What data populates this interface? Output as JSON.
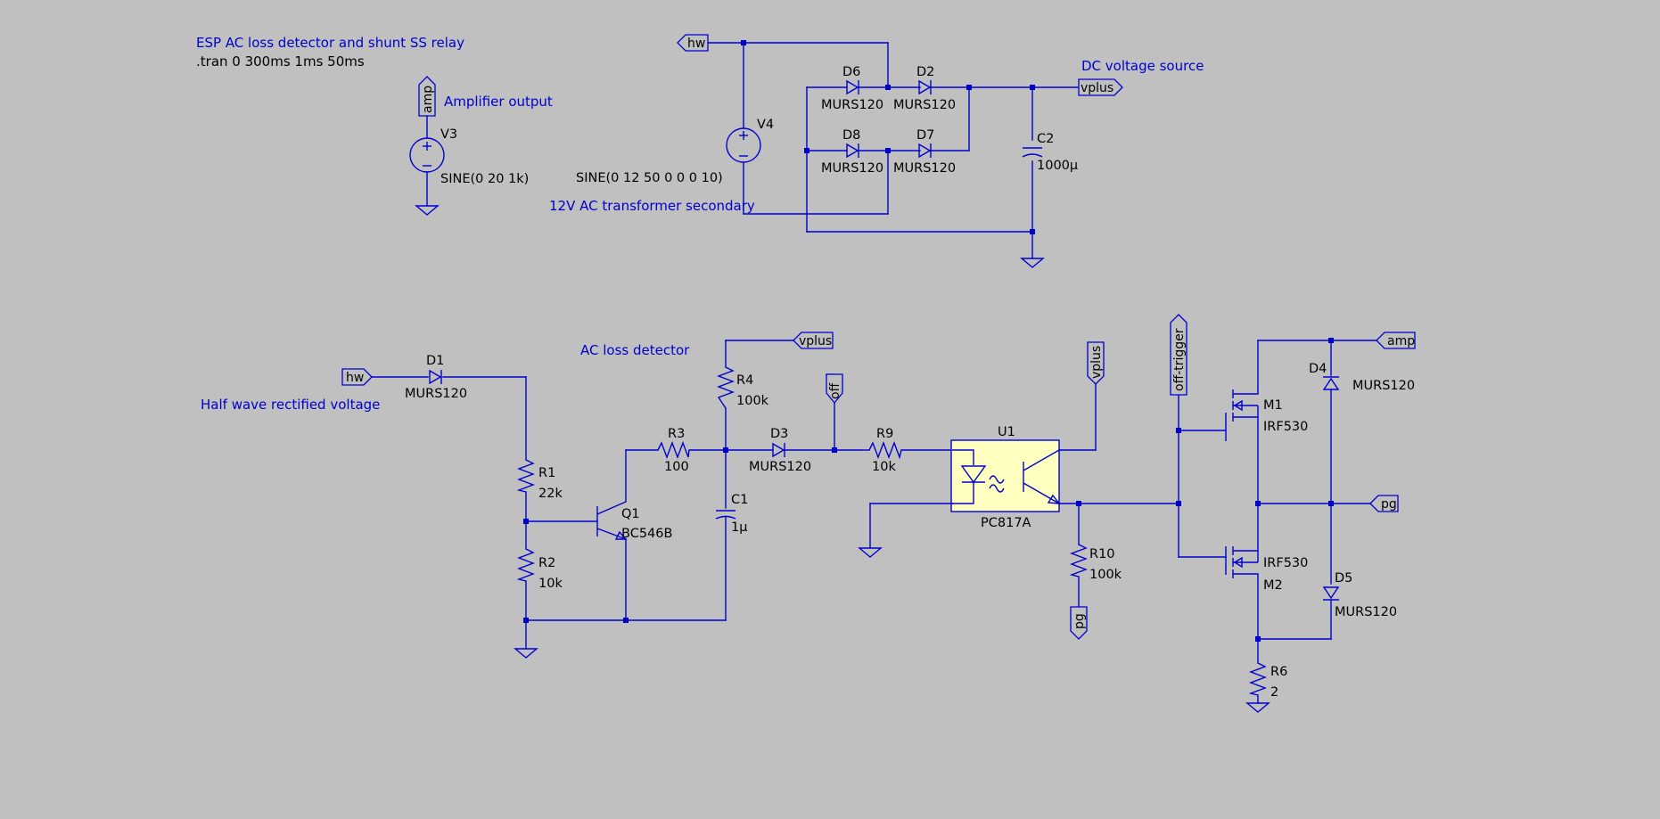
{
  "comments": {
    "title": "ESP AC loss detector and shunt SS relay",
    "amp_out": "Amplifier output",
    "transformer": "12V AC transformer secondary",
    "dc_source": "DC voltage source",
    "half_wave": "Half wave rectified voltage",
    "ac_loss": "AC loss detector"
  },
  "directive": ".tran 0 300ms 1ms 50ms",
  "components": {
    "V3": {
      "ref": "V3",
      "value": "SINE(0 20 1k)"
    },
    "V4": {
      "ref": "V4",
      "value": "SINE(0 12 50 0 0 0 10)"
    },
    "D6": {
      "ref": "D6",
      "value": "MURS120"
    },
    "D2": {
      "ref": "D2",
      "value": "MURS120"
    },
    "D8": {
      "ref": "D8",
      "value": "MURS120"
    },
    "D7": {
      "ref": "D7",
      "value": "MURS120"
    },
    "C2": {
      "ref": "C2",
      "value": "1000µ"
    },
    "D1": {
      "ref": "D1",
      "value": "MURS120"
    },
    "R1": {
      "ref": "R1",
      "value": "22k"
    },
    "R2": {
      "ref": "R2",
      "value": "10k"
    },
    "R3": {
      "ref": "R3",
      "value": "100"
    },
    "Q1": {
      "ref": "Q1",
      "value": "BC546B"
    },
    "R4": {
      "ref": "R4",
      "value": "100k"
    },
    "C1": {
      "ref": "C1",
      "value": "1µ"
    },
    "D3": {
      "ref": "D3",
      "value": "MURS120"
    },
    "R9": {
      "ref": "R9",
      "value": "10k"
    },
    "U1": {
      "ref": "U1",
      "value": "PC817A"
    },
    "R10": {
      "ref": "R10",
      "value": "100k"
    },
    "M1": {
      "ref": "M1",
      "value": "IRF530"
    },
    "M2": {
      "ref": "M2",
      "value": "IRF530"
    },
    "D4": {
      "ref": "D4",
      "value": "MURS120"
    },
    "D5": {
      "ref": "D5",
      "value": "MURS120"
    },
    "R6": {
      "ref": "R6",
      "value": "2"
    }
  },
  "nets": {
    "hw": "hw",
    "vplus": "vplus",
    "amp": "amp",
    "off": "off",
    "pg": "pg",
    "off_trigger": "off-trigger"
  },
  "colors": {
    "background": "#c0c0c0",
    "wire": "#0000cd",
    "comment": "#0000cd",
    "optocoupler_fill": "#ffffc0"
  }
}
